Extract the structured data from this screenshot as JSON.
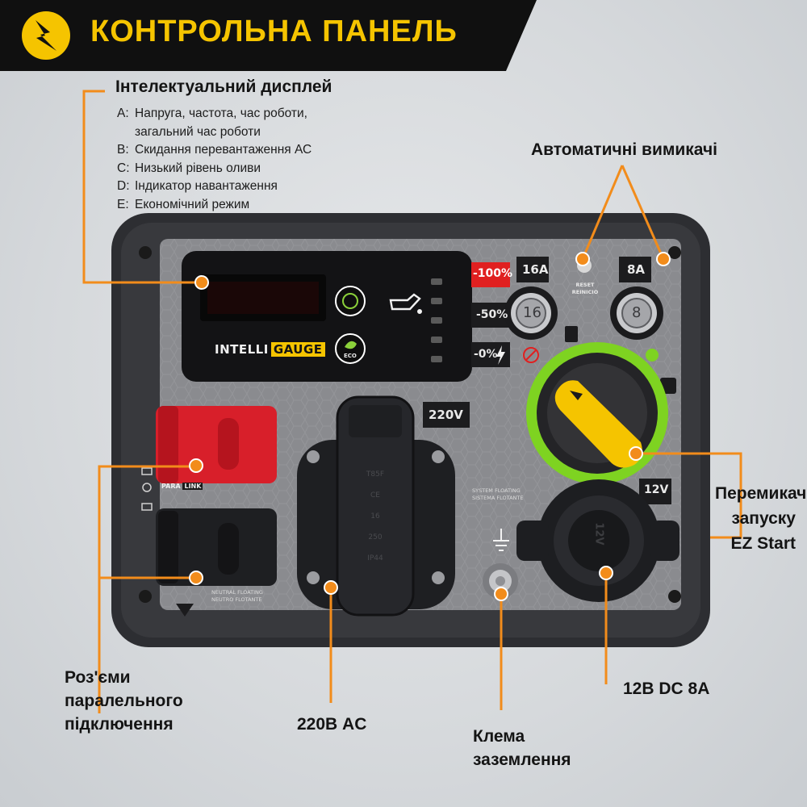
{
  "header": {
    "title": "КОНТРОЛЬНА ПАНЕЛЬ",
    "brand_color": "#f5c400",
    "logo_icon": "lightning-claw-icon"
  },
  "display_callout": {
    "title": "Інтелектуальний дисплей",
    "items": [
      {
        "key": "A:",
        "text": "Напруга, частота, час роботи,"
      },
      {
        "key": "",
        "text": "загальний час роботи"
      },
      {
        "key": "B:",
        "text": "Скидання перевантаження АС"
      },
      {
        "key": "C:",
        "text": "Низький рівень оливи"
      },
      {
        "key": "D:",
        "text": "Індикатор навантаження"
      },
      {
        "key": "E:",
        "text": "Економічний режим"
      }
    ]
  },
  "breakers_callout": "Автоматичні вимикачі",
  "ez_start_callout": [
    "Перемикач",
    "запуску",
    "EZ Start"
  ],
  "dc_callout": "12В DC 8A",
  "ground_callout": [
    "Клема",
    "заземлення"
  ],
  "ac_callout": "220В AC",
  "parallel_callout": [
    "Роз'єми",
    "паралельного",
    "підключення"
  ],
  "panel": {
    "display_brand_a": "INTELLI",
    "display_brand_b": "GAUGE",
    "eco_label": "ECO",
    "load_levels": [
      "-100%",
      "-50%",
      "-0%"
    ],
    "breaker_16_label": "16A",
    "breaker_16_value": "16",
    "breaker_8_label": "8A",
    "breaker_8_value": "8",
    "reset_label_1": "RESET",
    "reset_label_2": "REINICIO",
    "socket_voltage": "220V",
    "dc_voltage": "12V",
    "floating_1": "SYSTEM FLOATING",
    "floating_2": "SISTEMA FLOTANTE",
    "neutral_1": "NEUTRAL FLOATING",
    "neutral_2": "NEUTRO FLOTANTE",
    "para_1": "PARA",
    "para_2": "LINK",
    "socket_marks": [
      "T85F",
      "CE",
      "16",
      "250",
      "IP44"
    ],
    "dc_plug_text": "12V"
  },
  "colors": {
    "accent_orange": "#f28c1b",
    "panel_dark": "#2e2f33",
    "dial_green": "#7ed321",
    "knob_yellow": "#f5c400",
    "socket_red": "#d81f2a",
    "load_red": "#e02020"
  }
}
